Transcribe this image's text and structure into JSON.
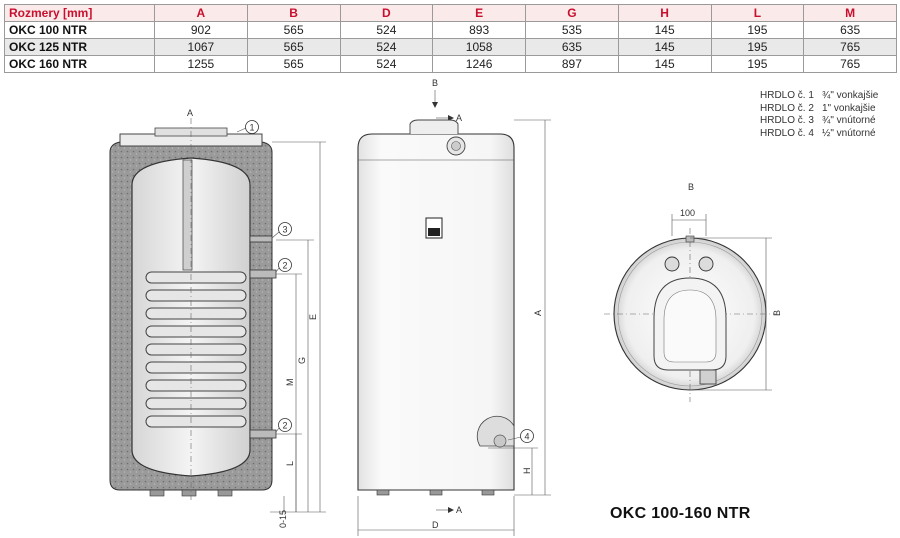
{
  "table": {
    "header": [
      "Rozmery [mm]",
      "A",
      "B",
      "D",
      "E",
      "G",
      "H",
      "L",
      "M"
    ],
    "rows": [
      [
        "OKC 100 NTR",
        "902",
        "565",
        "524",
        "893",
        "535",
        "145",
        "195",
        "635"
      ],
      [
        "OKC 125 NTR",
        "1067",
        "565",
        "524",
        "1058",
        "635",
        "145",
        "195",
        "765"
      ],
      [
        "OKC 160 NTR",
        "1255",
        "565",
        "524",
        "1246",
        "897",
        "145",
        "195",
        "765"
      ]
    ]
  },
  "legend": [
    {
      "label": "HRDLO č. 1",
      "value": "¾\" vonkajšie"
    },
    {
      "label": "HRDLO č. 2",
      "value": "1\" vonkajšie"
    },
    {
      "label": "HRDLO č. 3",
      "value": "¾\" vnútorné"
    },
    {
      "label": "HRDLO č. 4",
      "value": "½\" vnútorné"
    }
  ],
  "drawing_labels": {
    "section_a": "A",
    "callout_1": "1",
    "callout_2": "2",
    "callout_3": "3",
    "callout_4": "4",
    "dim_e": "E",
    "dim_g": "G",
    "dim_m": "M",
    "dim_l": "L",
    "dim_range": "0-15",
    "view_b": "B",
    "view_a": "A",
    "dim_a": "A",
    "dim_d": "D",
    "dim_h": "H",
    "top_b": "B",
    "top_100": "100",
    "top_dim_b": "B"
  },
  "title": "OKC 100-160 NTR",
  "colors": {
    "header_text": "#c8102e",
    "zebra": "#e9e9e9",
    "line": "#333333"
  }
}
